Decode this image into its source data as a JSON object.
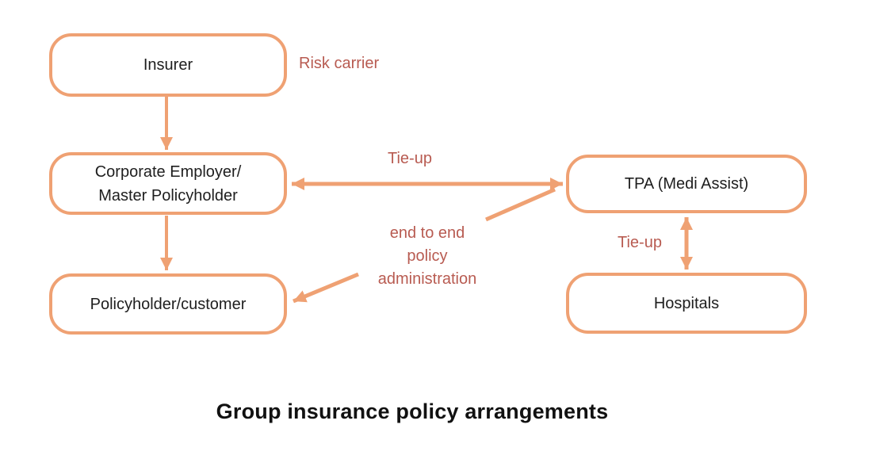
{
  "diagram": {
    "title": "Group insurance policy arrangements",
    "nodes": {
      "insurer": {
        "label": "Insurer"
      },
      "corporate": {
        "label": "Corporate Employer/\nMaster Policyholder"
      },
      "policyholder": {
        "label": "Policyholder/customer"
      },
      "tpa": {
        "label": "TPA (Medi Assist)"
      },
      "hospitals": {
        "label": "Hospitals"
      }
    },
    "annotations": {
      "risk_carrier": "Risk carrier",
      "tie_up_top": "Tie-up",
      "tie_up_right": "Tie-up",
      "end_to_end": "end to end\npolicy\nadministration"
    },
    "edges": [
      {
        "from": "insurer",
        "to": "corporate",
        "direction": "one-way"
      },
      {
        "from": "corporate",
        "to": "policyholder",
        "direction": "one-way"
      },
      {
        "from": "corporate",
        "to": "tpa",
        "direction": "two-way",
        "label": "Tie-up"
      },
      {
        "from": "end_to_end_label",
        "to": "tpa",
        "direction": "one-way"
      },
      {
        "from": "end_to_end_label",
        "to": "policyholder",
        "direction": "one-way"
      },
      {
        "from": "tpa",
        "to": "hospitals",
        "direction": "two-way",
        "label": "Tie-up"
      }
    ],
    "colors": {
      "accent_orange": "#EFA173",
      "annotation_red": "#B85B51",
      "node_text": "#1E1E1E",
      "title_text": "#111111",
      "background": "#FFFFFF"
    }
  }
}
